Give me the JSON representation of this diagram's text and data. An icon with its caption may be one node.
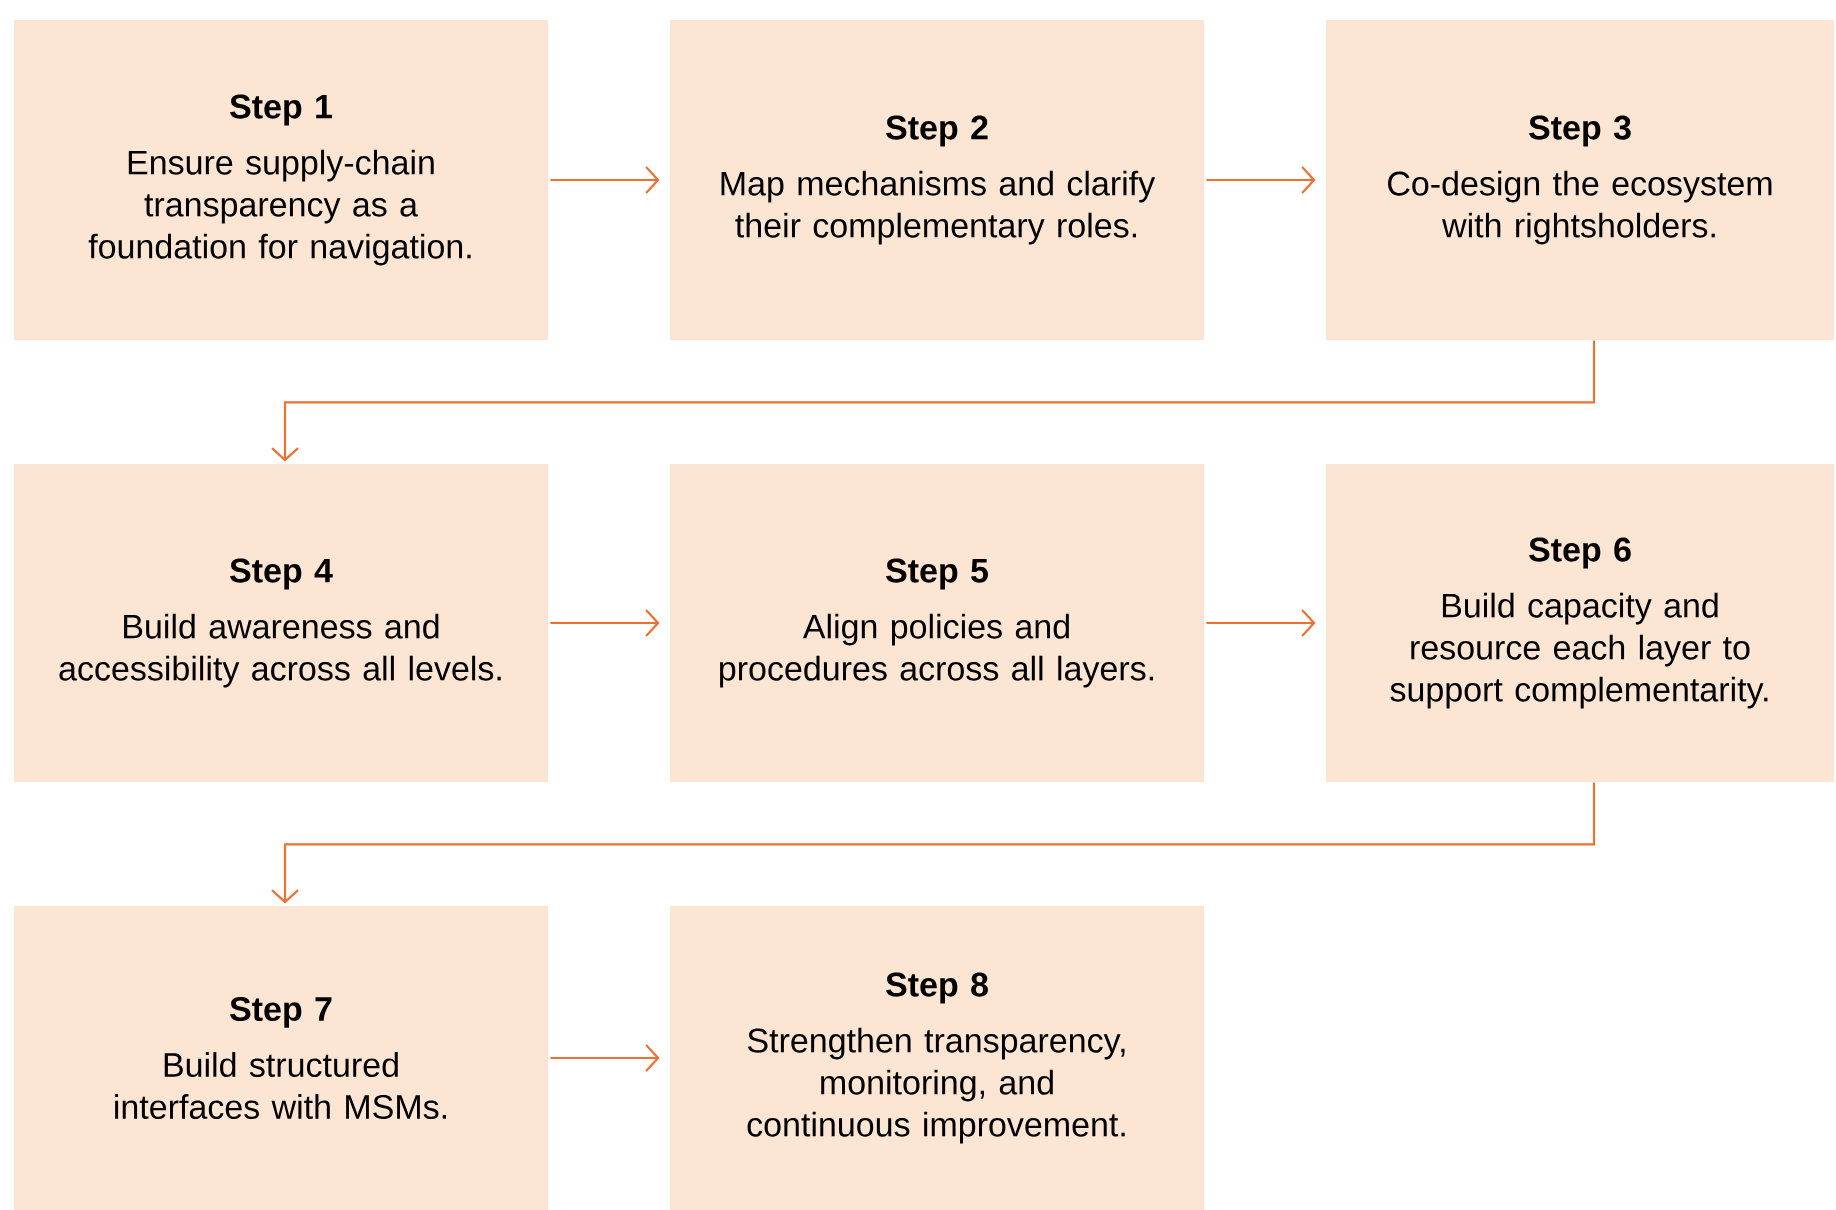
{
  "diagram": {
    "nodes": [
      {
        "text": [
          "Step 1",
          "Ensure supply-chain transparency as a foundation for navigation."
        ]
      },
      {
        "text": [
          "Step 2",
          "Map mechanisms and clarify their complementary roles."
        ]
      },
      {
        "text": [
          "Step 3",
          "Co-design the ecosystem with rightsholders."
        ]
      },
      {
        "text": [
          "Step 4",
          "Build awareness and accessibility across all levels."
        ]
      },
      {
        "text": [
          "Step 5",
          "Align policies and procedures across all layers."
        ]
      },
      {
        "text": [
          "Step 6",
          "Build capacity and resource each layer to support complementarity."
        ]
      },
      {
        "text": [
          "Step 7",
          "Build structured interfaces with MSMs."
        ]
      },
      {
        "text": [
          "Step 8",
          "Strengthen transparency, monitoring, and continuous improvement."
        ]
      }
    ],
    "edges": [
      {
        "from": 0,
        "to": 1,
        "arrow": "to"
      },
      {
        "from": 1,
        "to": 2,
        "arrow": "to"
      },
      {
        "from": 2,
        "to": 3,
        "arrow": "to"
      },
      {
        "from": 3,
        "to": 4,
        "arrow": "to"
      },
      {
        "from": 4,
        "to": 5,
        "arrow": "to"
      },
      {
        "from": 5,
        "to": 6,
        "arrow": "to"
      },
      {
        "from": 6,
        "to": 7,
        "arrow": "to"
      }
    ]
  }
}
